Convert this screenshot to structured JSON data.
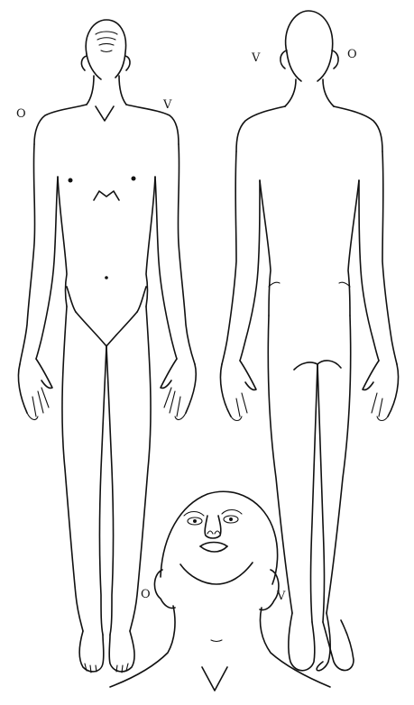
{
  "markers": {
    "front_right_shoulder": "O",
    "front_left_shoulder": "V",
    "back_left": "V",
    "back_right": "O",
    "head_left": "O",
    "head_right": "V"
  }
}
